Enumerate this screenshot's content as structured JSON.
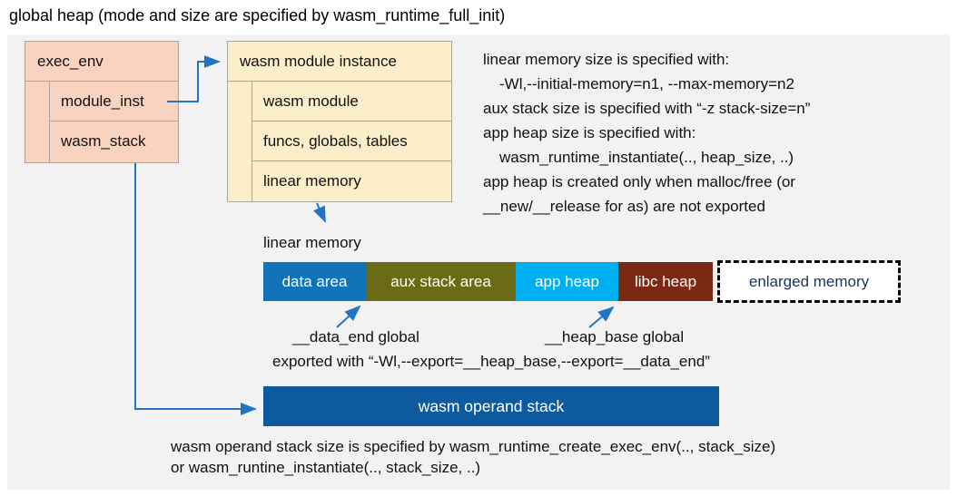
{
  "title": "global heap (mode and size are specified by wasm_runtime_full_init)",
  "exec_env": {
    "title": "exec_env",
    "children": [
      "module_inst",
      "wasm_stack"
    ]
  },
  "module_instance": {
    "title": "wasm module instance",
    "children": [
      "wasm module",
      "funcs, globals, tables",
      "linear memory"
    ]
  },
  "info": {
    "lines": [
      "linear memory size is specified with:",
      "-Wl,--initial-memory=n1, --max-memory=n2",
      "aux stack size is specified with “-z stack-size=n”",
      "app heap size is specified with:",
      "wasm_runtime_instantiate(.., heap_size, ..)",
      "app heap is created only when malloc/free (or",
      "__new/__release for as) are not exported"
    ]
  },
  "memory": {
    "label": "linear memory",
    "segments": [
      {
        "label": "data area",
        "color": "#1173b8"
      },
      {
        "label": "aux stack area",
        "color": "#6b6b15"
      },
      {
        "label": "app heap",
        "color": "#00aff0"
      },
      {
        "label": "libc heap",
        "color": "#7c2914"
      }
    ],
    "enlarged": {
      "label": "enlarged memory",
      "text_color": "#17365d"
    }
  },
  "annotations": {
    "data_end": "__data_end global",
    "heap_base": "__heap_base global",
    "exported": "exported with “-Wl,--export=__heap_base,--export=__data_end”"
  },
  "operand_stack": {
    "label": "wasm operand stack",
    "color": "#0d5a9e"
  },
  "footer": {
    "lines": [
      "wasm operand stack size is specified by wasm_runtime_create_exec_env(.., stack_size)",
      "or wasm_runtine_instantiate(.., stack_size, ..)"
    ]
  },
  "colors": {
    "panel_bg": "#f2f2f2",
    "exec_box_fill": "#fad2c0",
    "instance_box_fill": "#fceec9",
    "box_border": "#a6a6a6",
    "arrow": "#2474c4"
  }
}
